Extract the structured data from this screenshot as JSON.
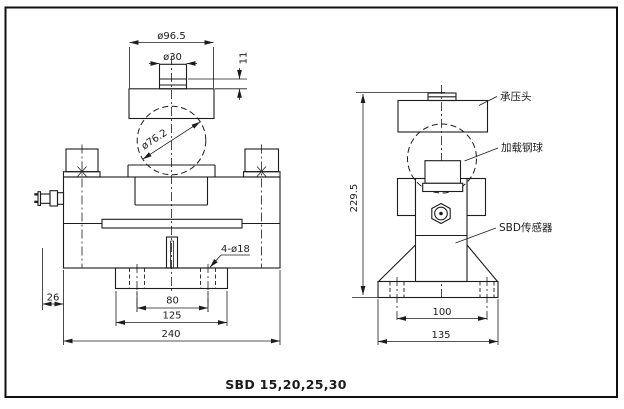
{
  "caption": "SBD 15,20,25,30",
  "front_view": {
    "dims": {
      "cap_diameter": "ø96.5",
      "boss_diameter": "ø30",
      "boss_height": "11",
      "ball_diameter": "ø76.2",
      "mount_holes": "4-ø18",
      "connector_offset": "26",
      "hole_pitch": "80",
      "flange_width": "125",
      "overall_width": "240"
    }
  },
  "side_view": {
    "dims": {
      "overall_height": "229.5",
      "hole_pitch": "100",
      "flange_width": "135"
    },
    "labels": {
      "pressure_head": "承压头",
      "loading_ball": "加载钢球",
      "sensor": "SBD传感器"
    }
  },
  "colors": {
    "line": "#1c1c1c",
    "background": "#ffffff"
  }
}
